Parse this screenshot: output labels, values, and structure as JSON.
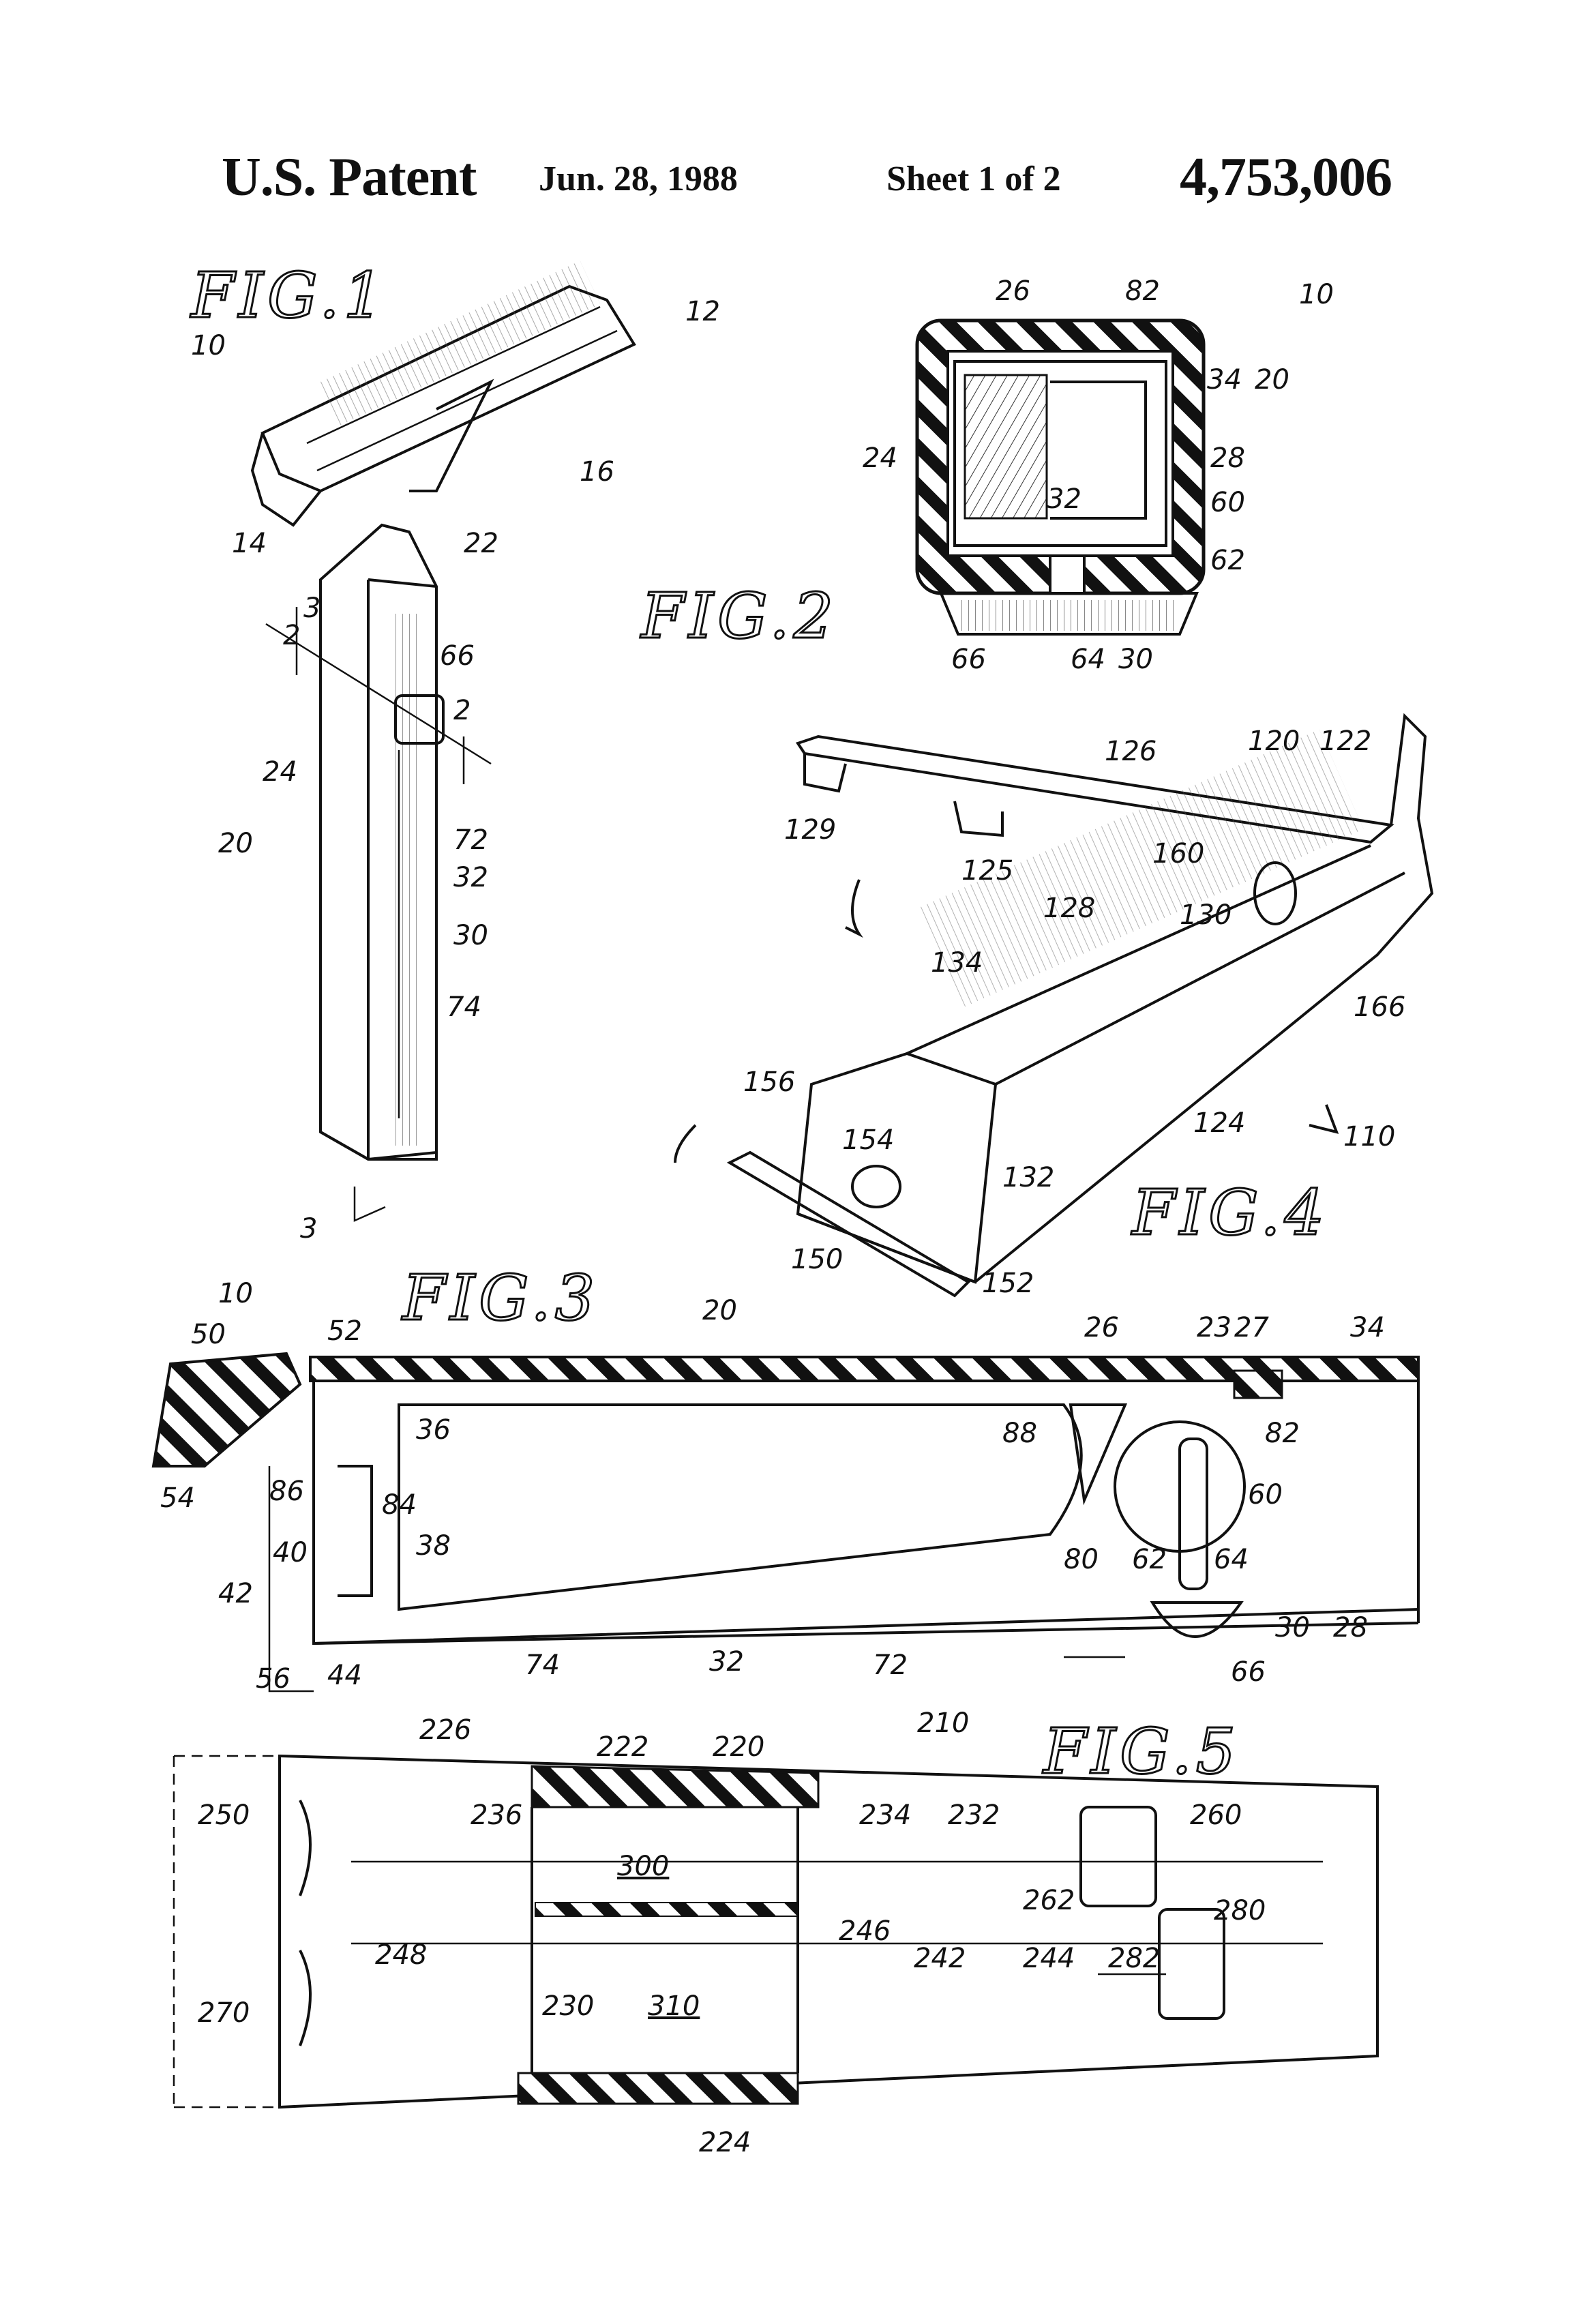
{
  "header": {
    "title": "U.S. Patent",
    "date": "Jun. 28, 1988",
    "sheet": "Sheet 1 of 2",
    "patent_number": "4,753,006"
  },
  "figures": {
    "fig1": {
      "label": "FIG.1",
      "refs": [
        "10",
        "12",
        "14",
        "16",
        "22",
        "3",
        "2",
        "66",
        "2",
        "24",
        "20",
        "72",
        "32",
        "30",
        "74",
        "3"
      ]
    },
    "fig2": {
      "label": "FIG.2",
      "refs": [
        "26",
        "82",
        "10",
        "34",
        "20",
        "24",
        "28",
        "32",
        "60",
        "62",
        "66",
        "64",
        "30"
      ]
    },
    "fig3": {
      "label": "FIG.3",
      "refs": [
        "10",
        "20",
        "26",
        "23",
        "27",
        "34",
        "50",
        "52",
        "36",
        "88",
        "82",
        "54",
        "86",
        "84",
        "60",
        "38",
        "40",
        "80",
        "62",
        "64",
        "42",
        "74",
        "32",
        "72",
        "30",
        "28",
        "56",
        "44",
        "66"
      ]
    },
    "fig4": {
      "label": "FIG.4",
      "refs": [
        "126",
        "120",
        "122",
        "129",
        "125",
        "160",
        "128",
        "130",
        "134",
        "166",
        "156",
        "124",
        "110",
        "154",
        "132",
        "150",
        "152"
      ]
    },
    "fig5": {
      "label": "FIG.5",
      "refs": [
        "226",
        "222",
        "220",
        "210",
        "250",
        "236",
        "234",
        "232",
        "260",
        "300",
        "262",
        "280",
        "248",
        "246",
        "242",
        "244",
        "282",
        "270",
        "230",
        "310",
        "224"
      ]
    }
  }
}
